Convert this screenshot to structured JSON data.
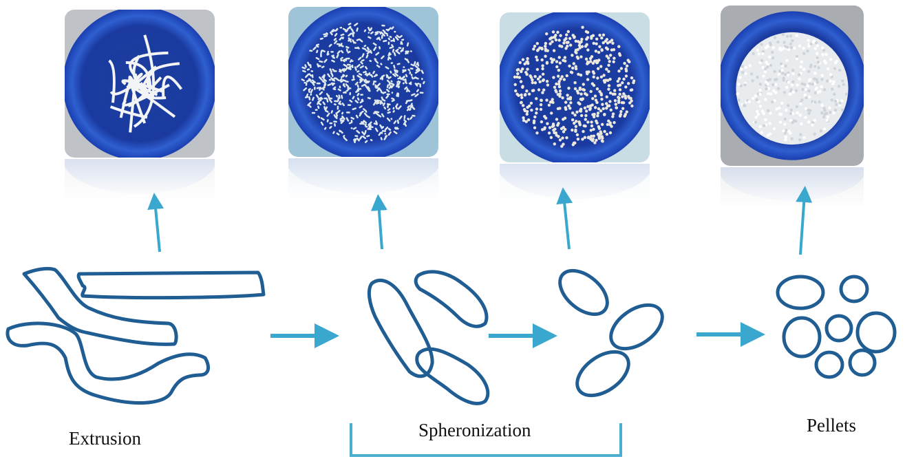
{
  "colors": {
    "outline": "#1f5d93",
    "arrow": "#3aa7cf",
    "dish": "#1a3fb0",
    "bracket": "#4aaed0"
  },
  "labels": {
    "extrusion": "Extrusion",
    "spheronization": "Spheronization",
    "pellets": "Pellets"
  },
  "photos": [
    {
      "name": "extrudate-strands",
      "content": "strands"
    },
    {
      "name": "cut-rods",
      "content": "rods"
    },
    {
      "name": "rounded-granules",
      "content": "granules"
    },
    {
      "name": "final-pellets",
      "content": "pellets"
    }
  ]
}
